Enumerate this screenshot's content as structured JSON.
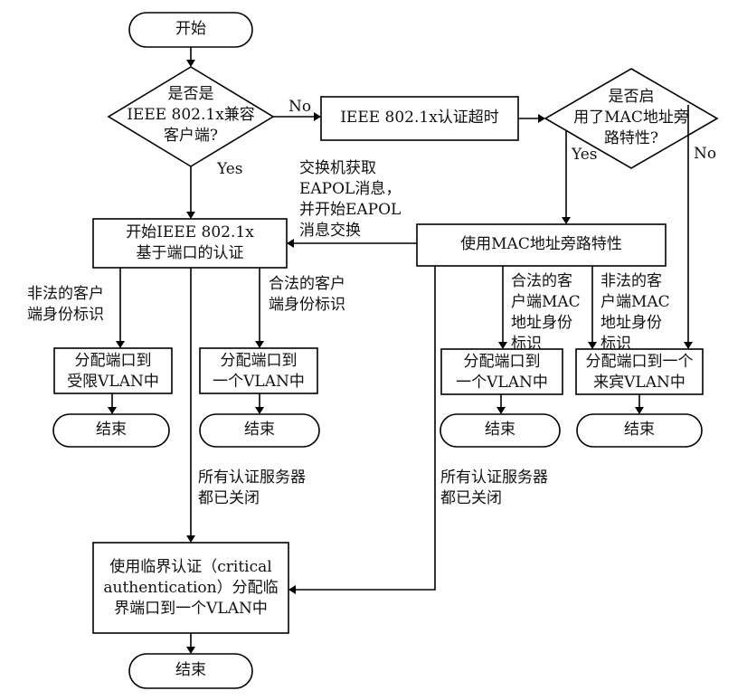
{
  "nodes": {
    "start": "开始",
    "decision_1x": [
      "是否是",
      "IEEE 802.1x兼容",
      "客户端?"
    ],
    "timeout": "IEEE 802.1x认证超时",
    "decision_mac": [
      "是否启",
      "用了MAC地址旁",
      "路特性?"
    ],
    "begin_auth": [
      "开始IEEE 802.1x",
      "基于端口的认证"
    ],
    "use_mac": "使用MAC地址旁路特性",
    "restricted_vlan": [
      "分配端口到",
      "受限VLAN中"
    ],
    "vlan_a": [
      "分配端口到",
      "一个VLAN中"
    ],
    "vlan_b": [
      "分配端口到",
      "一个VLAN中"
    ],
    "guest_vlan": [
      "分配端口到一个",
      "来宾VLAN中"
    ],
    "end_1": "结束",
    "end_2": "结束",
    "end_3": "结束",
    "end_4": "结束",
    "critical": [
      "使用临界认证（critical",
      "authentication）分配临",
      "界端口到一个VLAN中"
    ],
    "end_final": "结束"
  },
  "labels": {
    "no_1": "No",
    "yes_1": "Yes",
    "yes_2": "Yes",
    "no_2": "No",
    "eapol": [
      "交换机获取",
      "EAPOL消息，",
      "并开始EAPOL",
      "消息交换"
    ],
    "illegal_1": [
      "非法的客户",
      "端身份标识"
    ],
    "legal_1": [
      "合法的客户",
      "端身份标识"
    ],
    "legal_2": [
      "合法的客",
      "户端MAC",
      "地址身份",
      "标识"
    ],
    "illegal_2": [
      "非法的客",
      "户端MAC",
      "地址身份",
      "标识"
    ],
    "servers_down_1": [
      "所有认证服务器",
      "都已关闭"
    ],
    "servers_down_2": [
      "所有认证服务器",
      "都已关闭"
    ]
  }
}
